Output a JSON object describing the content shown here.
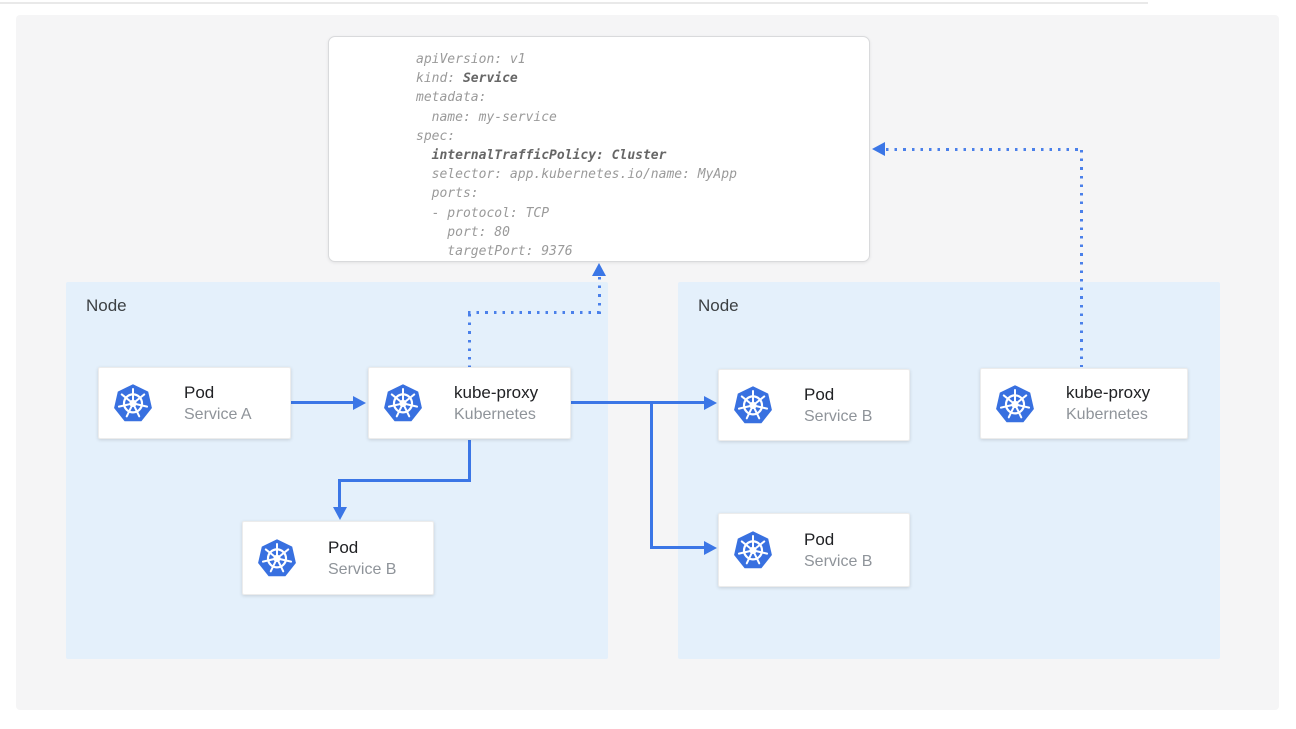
{
  "colors": {
    "canvas_bg": "#f5f5f6",
    "node_bg": "#e4f0fb",
    "arrow_blue": "#3b76e6",
    "dotted_blue": "#4a80ea",
    "k8s_blue": "#3870e0",
    "yaml_text": "#9a9a9a",
    "yaml_bold": "#666666",
    "card_title": "#202124",
    "card_subtitle": "#8f949a",
    "node_label": "#3c4043"
  },
  "icons": {
    "kubernetes_logo": "kubernetes-helm-wheel-icon"
  },
  "yaml_panel": {
    "lines": [
      [
        {
          "text": "apiVersion: v1"
        }
      ],
      [
        {
          "text": "kind: "
        },
        {
          "text": "Service",
          "bold": true
        }
      ],
      [
        {
          "text": "metadata:"
        }
      ],
      [
        {
          "text": "  name: my-service"
        }
      ],
      [
        {
          "text": "spec:"
        }
      ],
      [
        {
          "text": "  "
        },
        {
          "text": "internalTrafficPolicy: Cluster",
          "bold": true
        }
      ],
      [
        {
          "text": "  selector: app.kubernetes.io/name: MyApp"
        }
      ],
      [
        {
          "text": "  ports:"
        }
      ],
      [
        {
          "text": "  - protocol: TCP"
        }
      ],
      [
        {
          "text": "    port: 80"
        }
      ],
      [
        {
          "text": "    targetPort: 9376"
        }
      ]
    ]
  },
  "nodes": [
    {
      "label": "Node"
    },
    {
      "label": "Node"
    }
  ],
  "cards": [
    {
      "id": "pod-a",
      "title": "Pod",
      "subtitle": "Service A"
    },
    {
      "id": "kube-proxy-left",
      "title": "kube-proxy",
      "subtitle": "Kubernetes"
    },
    {
      "id": "pod-b-left",
      "title": "Pod",
      "subtitle": "Service B"
    },
    {
      "id": "pod-b-right-top",
      "title": "Pod",
      "subtitle": "Service B"
    },
    {
      "id": "kube-proxy-right",
      "title": "kube-proxy",
      "subtitle": "Kubernetes"
    },
    {
      "id": "pod-b-right-bottom",
      "title": "Pod",
      "subtitle": "Service B"
    }
  ]
}
